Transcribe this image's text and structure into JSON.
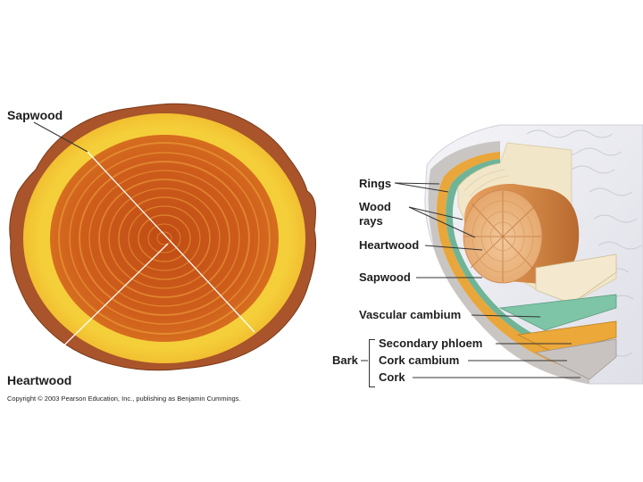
{
  "left_panel": {
    "sapwood_label": "Sapwood",
    "heartwood_label": "Heartwood",
    "copyright": "Copyright © 2003 Pearson Education, Inc., publishing as Benjamin Cummings."
  },
  "right_panel": {
    "labels": {
      "rings": "Rings",
      "wood_rays_line1": "Wood",
      "wood_rays_line2": "rays",
      "heartwood": "Heartwood",
      "sapwood": "Sapwood",
      "vascular_cambium": "Vascular cambium",
      "secondary_phloem": "Secondary phloem",
      "bark": "Bark",
      "cork_cambium": "Cork cambium",
      "cork": "Cork"
    }
  },
  "colors": {
    "heartwood": "#c8561a",
    "sapwood": "#f2c230",
    "bark": "#b0582c",
    "vascular_cambium": "#7fc7a8",
    "secondary_phloem": "#e8a93a",
    "cork": "#c8c3c0",
    "log_bark_surface": "#eeeff4"
  }
}
